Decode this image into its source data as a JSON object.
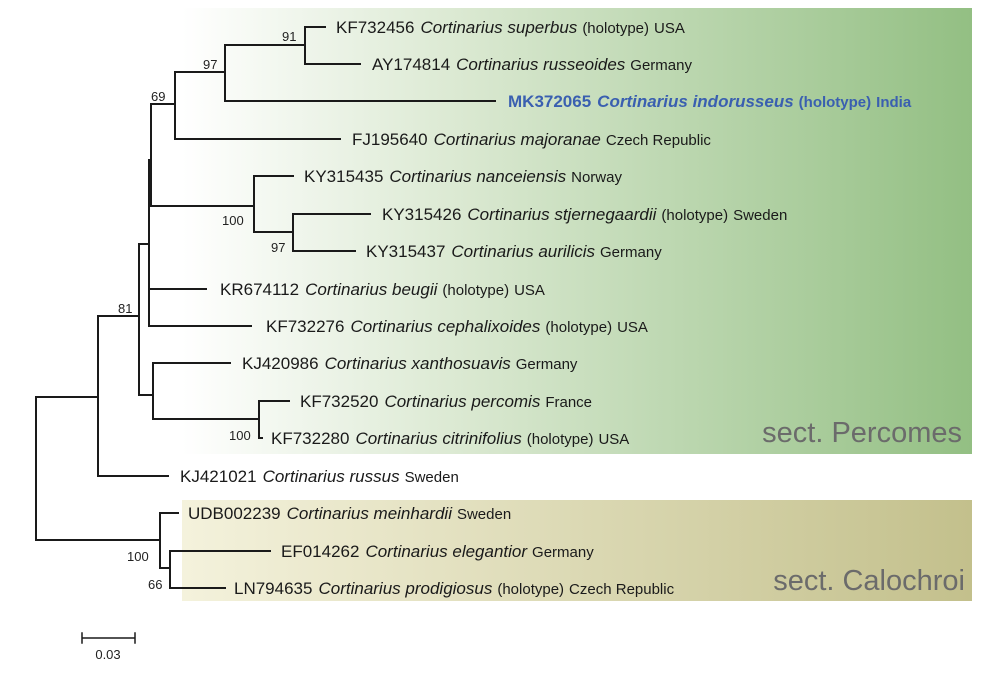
{
  "sections": [
    {
      "label": "sect. Percomes",
      "color_start": "#ffffff",
      "color_end": "#93bf83"
    },
    {
      "label": "sect. Calochroi",
      "color_start": "#f1efd8",
      "color_end": "#c3c08c"
    }
  ],
  "taxa": [
    {
      "accession": "KF732456",
      "species": "Cortinarius superbus",
      "holotype": "(holotype)",
      "country": "USA",
      "highlight": false
    },
    {
      "accession": "AY174814",
      "species": "Cortinarius russeoides",
      "holotype": "",
      "country": "Germany",
      "highlight": false
    },
    {
      "accession": "MK372065",
      "species": "Cortinarius indorusseus",
      "holotype": "(holotype)",
      "country": "India",
      "highlight": true
    },
    {
      "accession": "FJ195640",
      "species": "Cortinarius majoranae",
      "holotype": "",
      "country": "Czech Republic",
      "highlight": false
    },
    {
      "accession": "KY315435",
      "species": "Cortinarius nanceiensis",
      "holotype": "",
      "country": "Norway",
      "highlight": false
    },
    {
      "accession": "KY315426",
      "species": "Cortinarius stjernegaardii",
      "holotype": "(holotype)",
      "country": "Sweden",
      "highlight": false
    },
    {
      "accession": "KY315437",
      "species": "Cortinarius aurilicis",
      "holotype": "",
      "country": "Germany",
      "highlight": false
    },
    {
      "accession": "KR674112",
      "species": "Cortinarius beugii",
      "holotype": "(holotype)",
      "country": "USA",
      "highlight": false
    },
    {
      "accession": "KF732276",
      "species": "Cortinarius cephalixoides",
      "holotype": "(holotype)",
      "country": "USA",
      "highlight": false
    },
    {
      "accession": "KJ420986",
      "species": "Cortinarius xanthosuavis",
      "holotype": "",
      "country": "Germany",
      "highlight": false
    },
    {
      "accession": "KF732520",
      "species": "Cortinarius percomis",
      "holotype": "",
      "country": "France",
      "highlight": false
    },
    {
      "accession": "KF732280",
      "species": "Cortinarius citrinifolius",
      "holotype": "(holotype)",
      "country": "USA",
      "highlight": false
    },
    {
      "accession": "KJ421021",
      "species": "Cortinarius russus",
      "holotype": "",
      "country": "Sweden",
      "highlight": false
    },
    {
      "accession": "UDB002239",
      "species": "Cortinarius meinhardii",
      "holotype": "",
      "country": "Sweden",
      "highlight": false
    },
    {
      "accession": "EF014262",
      "species": "Cortinarius elegantior",
      "holotype": "",
      "country": "Germany",
      "highlight": false
    },
    {
      "accession": "LN794635",
      "species": "Cortinarius prodigiosus",
      "holotype": "(holotype)",
      "country": "Czech Republic",
      "highlight": false
    }
  ],
  "supports": [
    "91",
    "97",
    "69",
    "100",
    "97",
    "81",
    "100",
    "100",
    "66"
  ],
  "scale_bar": {
    "label": "0.03"
  },
  "colors": {
    "highlight": "#3a5fb0",
    "branch": "#1a1a1a"
  }
}
